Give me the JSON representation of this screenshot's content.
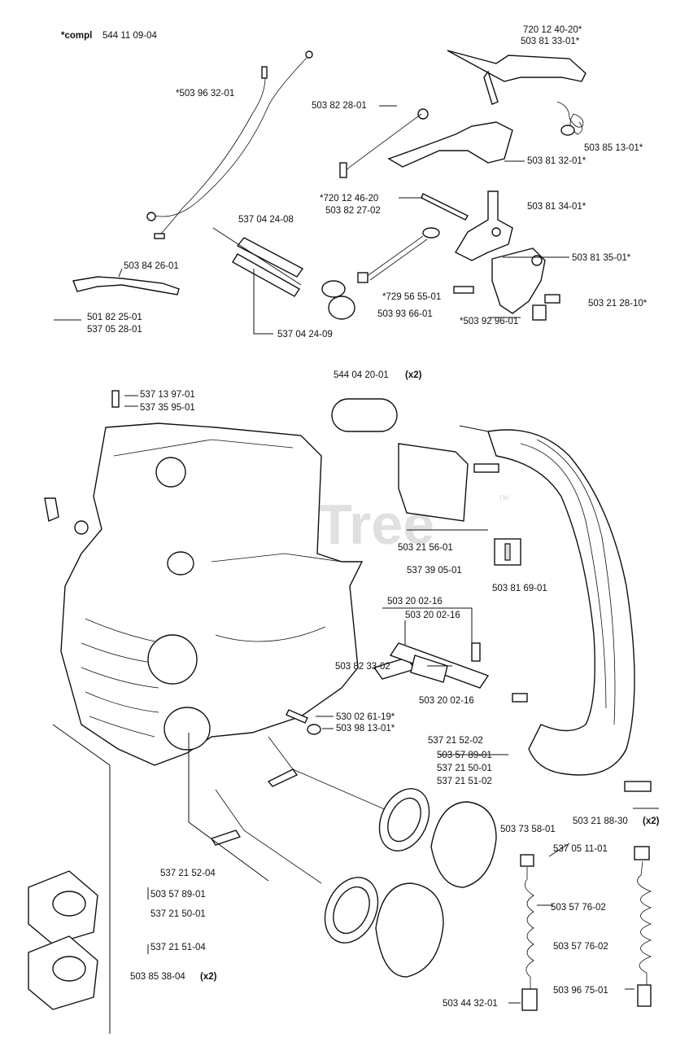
{
  "header": {
    "compl_prefix": "*compl",
    "compl_number": "544 11 09-04"
  },
  "watermark": {
    "text": "PartsTree",
    "tm": "™"
  },
  "labels": {
    "p720124020": "720 12 40-20*",
    "p503813301": "503 81 33-01*",
    "p503963201": "*503 96 32-01",
    "p503822801": "503 82 28-01",
    "p503851301": "503 85 13-01*",
    "p503813201": "503 81 32-01*",
    "p720124620": "*720 12 46-20",
    "p503822702": "503 82 27-02",
    "p503813401": "503 81 34-01*",
    "p537042408": "537 04 24-08",
    "p503813501": "503 81 35-01*",
    "p503842601": "503 84 26-01",
    "p729565501": "*729 56 55-01",
    "p503212810": "503 21 28-10*",
    "p501822501": "501 82 25-01",
    "p537052801": "537 05 28-01",
    "p503936601": "503 93 66-01",
    "p503929601": "*503 92 96-01",
    "p537042409": "537 04 24-09",
    "p544042001": "544 04 20-01",
    "x2": "(x2)",
    "p537139701": "537 13 97-01",
    "p537359501": "537 35 95-01",
    "p503215601": "503 21 56-01",
    "p537390501": "537 39 05-01",
    "p503816901": "503 81 69-01",
    "p503200216a": "503 20 02-16",
    "p503200216b": "503 20 02-16",
    "p503823302": "503 82 33-02",
    "p503200216c": "503 20 02-16",
    "p530026119": "530 02 61-19*",
    "p503981301": "503 98 13-01*",
    "p537215202": "537 21 52-02",
    "p503578901a": "503 57 89-01",
    "p537215001a": "537 21 50-01",
    "p537215102": "537 21 51-02",
    "p503218830": "503 21 88-30",
    "p503735801": "503 73 58-01",
    "p537051101": "537 05 11-01",
    "p537215204": "537 21 52-04",
    "p503578901b": "503 57 89-01",
    "p503577602a": "503 57 76-02",
    "p537215001b": "537 21 50-01",
    "p503577602b": "503 57 76-02",
    "p537215104": "537 21 51-04",
    "p503853804": "503 85 38-04",
    "p503443201": "503 44 32-01",
    "p503967501": "503 96 75-01"
  }
}
